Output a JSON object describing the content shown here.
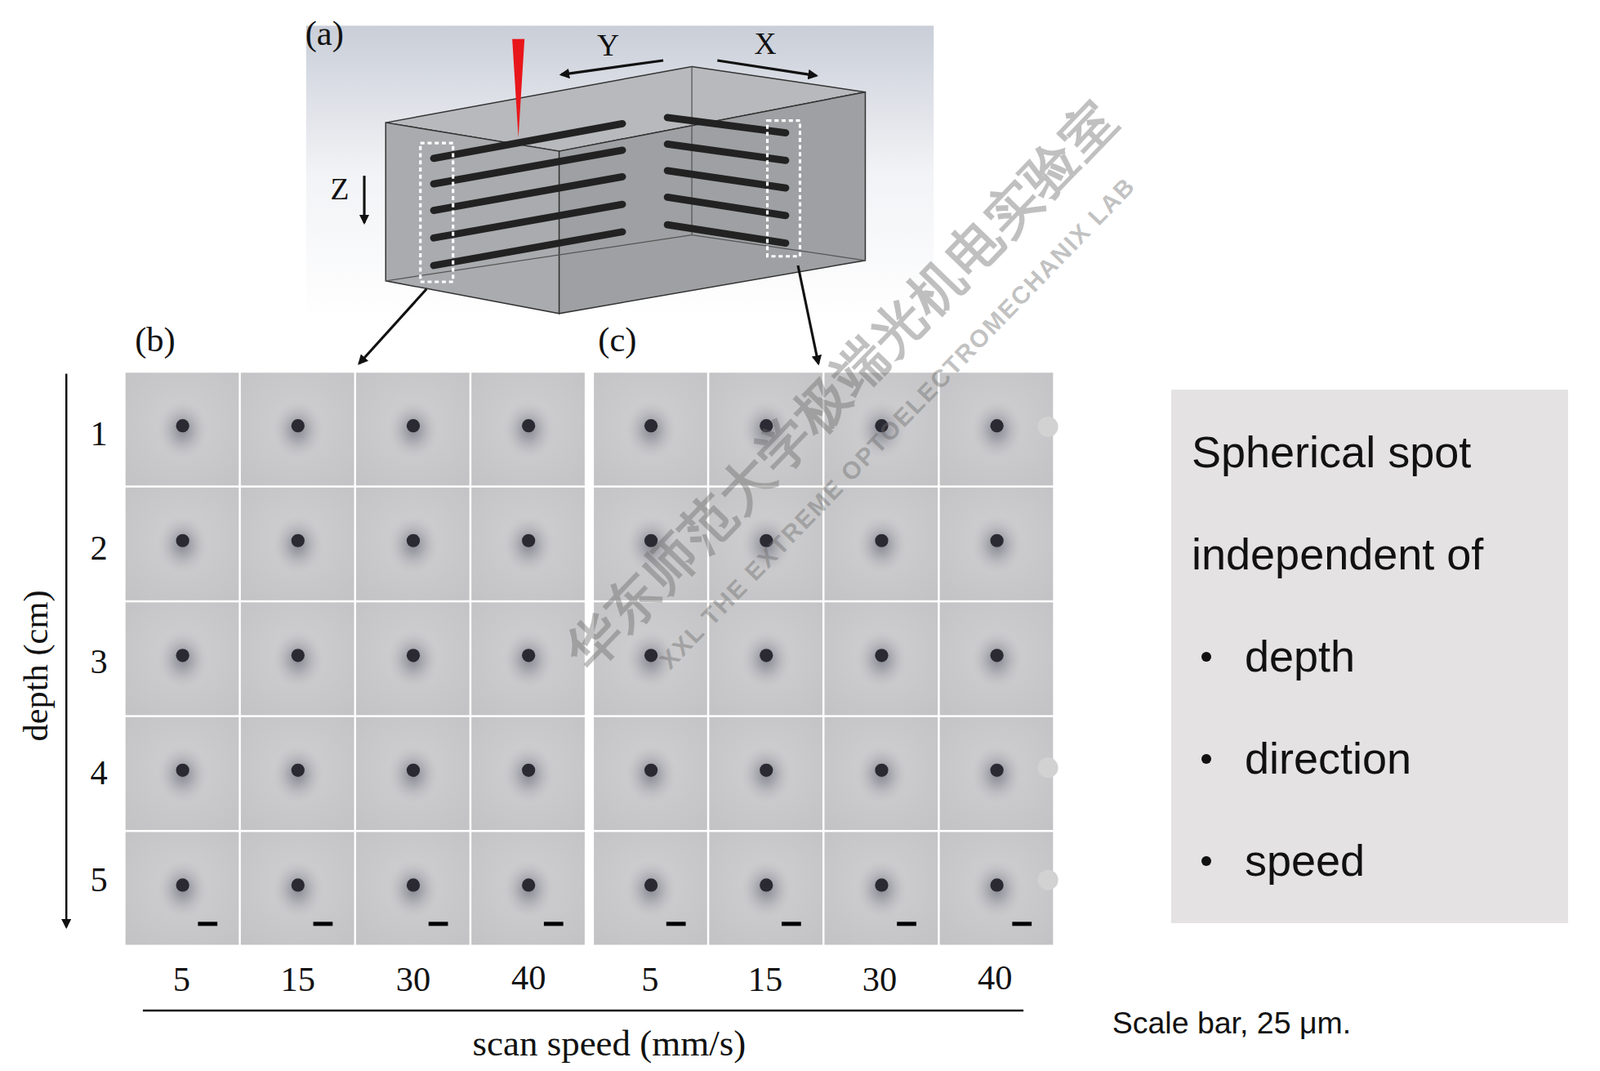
{
  "diagram": {
    "nodes": [
      {
        "text": [
          "Spherical spot independent of",
          "depth",
          "direction",
          "speed"
        ]
      }
    ],
    "labels": [
      "(a)",
      "Y",
      "X",
      "Z",
      "(b)",
      "(c)",
      "1",
      "2",
      "3",
      "4",
      "5",
      "depth (cm)",
      "5",
      "15",
      "30",
      "40",
      "5",
      "15",
      "30",
      "40",
      "scan speed (mm/s)",
      "Scale bar, 25 μm.",
      "华东师范大学极端光机电实验室",
      "XXL THE EXTREME OPTOELECTROMECHANIX LAB"
    ]
  }
}
